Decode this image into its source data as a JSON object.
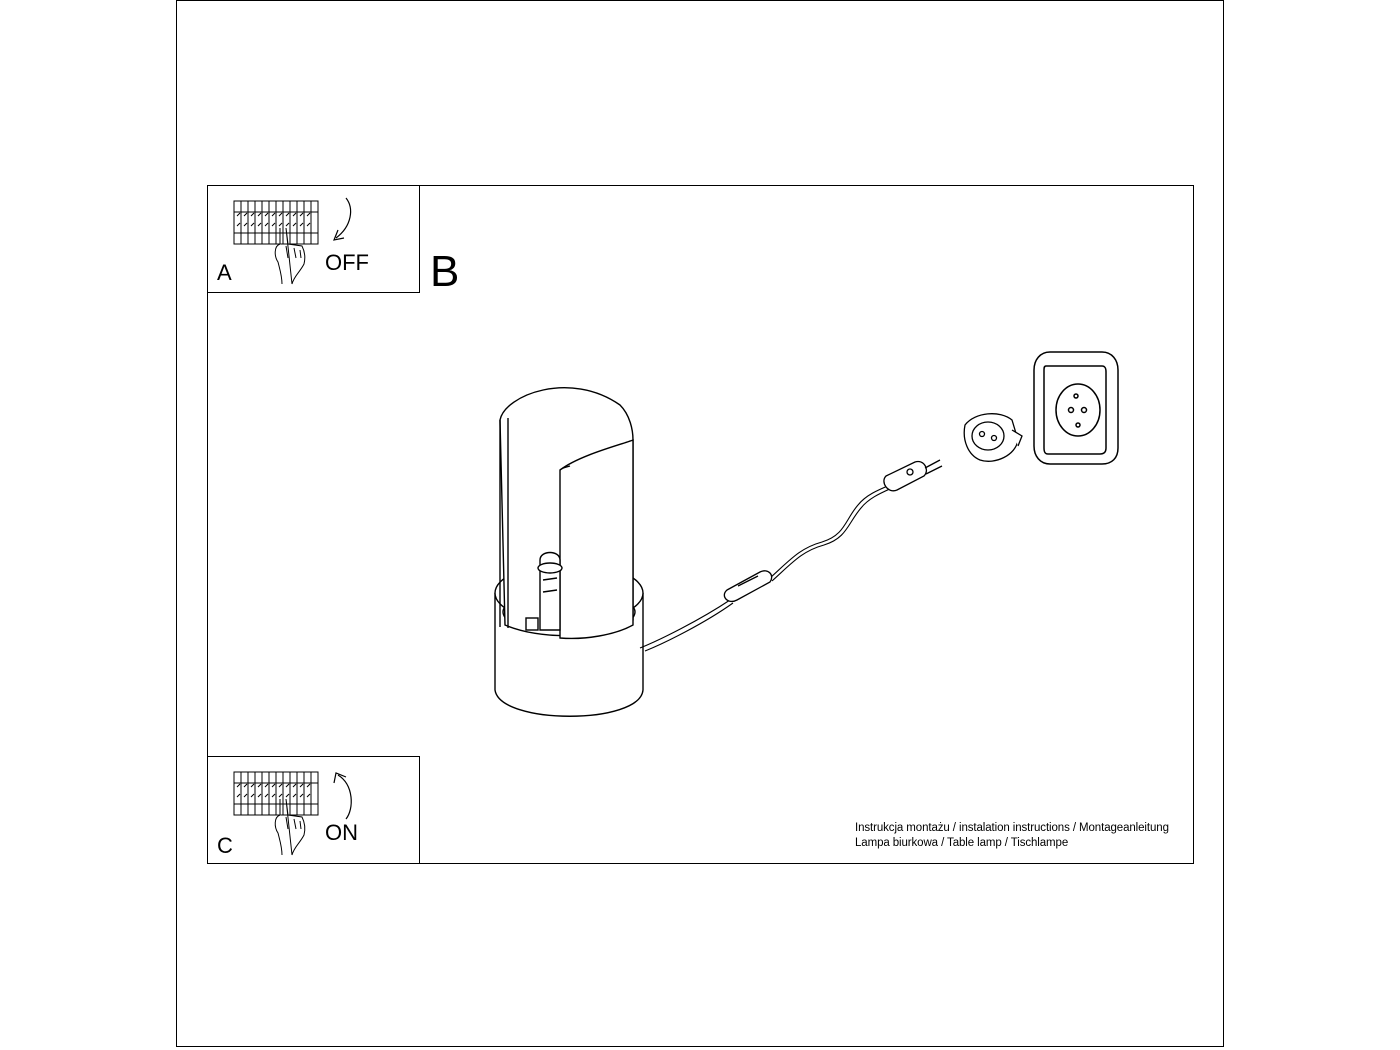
{
  "steps": [
    {
      "letter": "A",
      "action": "OFF",
      "icons": [
        "circuit-breaker-panel",
        "hand-icon",
        "arrow-down-icon"
      ]
    },
    {
      "letter": "B"
    },
    {
      "letter": "C",
      "action": "ON",
      "icons": [
        "circuit-breaker-panel",
        "hand-icon",
        "arrow-up-icon"
      ]
    }
  ],
  "caption": {
    "line1": "Instrukcja montażu / instalation instructions / Montageanleitung",
    "line2": "Lampa biurkowa / Table lamp / Tischlampe"
  },
  "illustration": {
    "parts": [
      "table-lamp",
      "inline-switch",
      "euro-plug",
      "plug-adapter",
      "wall-socket"
    ]
  }
}
